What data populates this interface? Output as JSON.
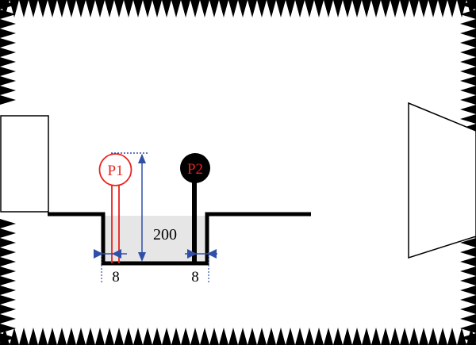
{
  "probes": {
    "p1": {
      "label": "P1",
      "label_color": "#e8231f",
      "fill": "#ffffff",
      "outline": "#e8231f"
    },
    "p2": {
      "label": "P2",
      "label_color": "#e8231f",
      "fill": "#000000"
    }
  },
  "dimensions": {
    "height": "200",
    "gap_left": "8",
    "gap_right": "8"
  },
  "colors": {
    "absorber": "#000000",
    "dimension_line": "#2f4fa8",
    "pit_fill": "#e6e6e6",
    "ground": "#000000"
  }
}
